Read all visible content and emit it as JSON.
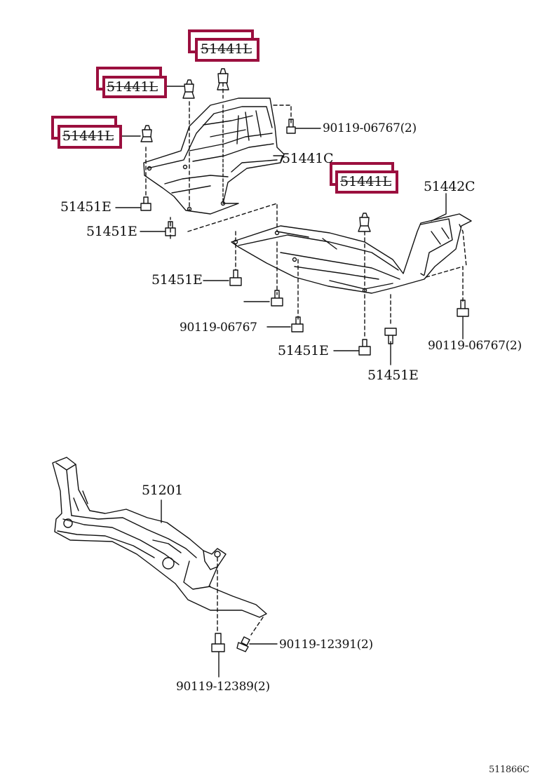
{
  "colors": {
    "highlight": "#9b0f3e",
    "line": "#111111"
  },
  "callouts": {
    "c1": "51441L",
    "c2": "51441L",
    "c3": "51441L",
    "c4": "51441L"
  },
  "labels": {
    "bolt_right_upper": "90119-06767(2)",
    "cover_front": "51441C",
    "cover_side": "51442C",
    "bolt_left_1": "51451E",
    "bolt_left_2": "51451E",
    "bolt_mid_1": "51451E",
    "bolt_mid_center": "90119-06767",
    "bolt_low_1": "51451E",
    "bolt_low_2": "51451E",
    "bolt_right_lower": "90119-06767(2)",
    "crossmember": "51201",
    "bolt_cm_right": "90119-12391(2)",
    "bolt_cm_bottom": "90119-12389(2)"
  },
  "figure_code": "511866C"
}
